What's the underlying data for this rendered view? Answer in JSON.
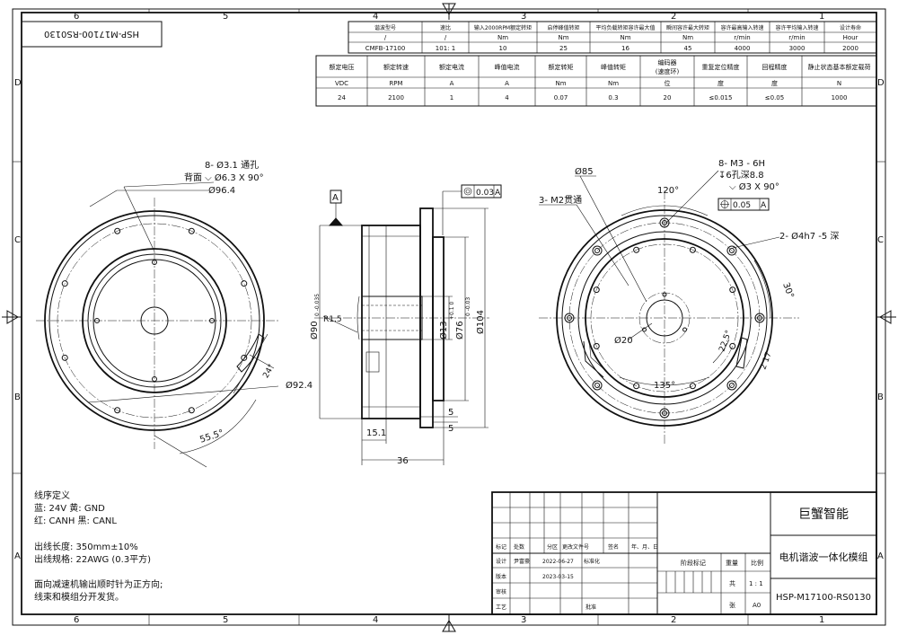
{
  "title_block": {
    "company": "巨蟹智能",
    "product_name": "电机谐波一体化模组",
    "drawing_no": "HSP-M17100-RS0130",
    "rotated_code": "HSP-M17100-RS0130",
    "rows": {
      "r1": [
        "标记",
        "处数",
        "分区",
        "更改文件号",
        "签名",
        "年、月、日"
      ],
      "design": [
        "设计",
        "尹富豪",
        "2022-06-27",
        "标准化"
      ],
      "draft": [
        "版本",
        "2023-03-15"
      ],
      "review": "审核",
      "process": "工艺",
      "approve": "批准",
      "stage_label": "阶段标记",
      "weight_label": "重量",
      "scale_label": "比例",
      "scale_value": "1 : 1",
      "sheet_a": "共",
      "sheet_b": "张",
      "version": "A0"
    }
  },
  "spec_table_1": {
    "headers": [
      "谐波型号",
      "速比",
      "输入2000RPM额定转矩",
      "启停峰值转矩",
      "平均负载转矩容许最大值",
      "瞬间容许最大转矩",
      "容许最高输入转速",
      "容许平均输入转速",
      "设计寿命"
    ],
    "units": [
      "/",
      "/",
      "Nm",
      "Nm",
      "Nm",
      "Nm",
      "r/min",
      "r/min",
      "Hour"
    ],
    "values": [
      "CMFB-17100",
      "101: 1",
      "10",
      "25",
      "16",
      "45",
      "4000",
      "3000",
      "2000"
    ]
  },
  "spec_table_2": {
    "headers": [
      "额定电压",
      "额定转速",
      "额定电流",
      "峰值电流",
      "额定转矩",
      "峰值转矩",
      "编码器\n(速度环)",
      "重复定位精度",
      "回程精度",
      "静止状态基本额定载荷"
    ],
    "header_encoder_1": "编码器",
    "header_encoder_2": "(速度环)",
    "units": [
      "VDC",
      "RPM",
      "A",
      "A",
      "Nm",
      "Nm",
      "位",
      "度",
      "度",
      "N"
    ],
    "values": [
      "24",
      "2100",
      "1",
      "4",
      "0.07",
      "0.3",
      "20",
      "≤0.015",
      "≤0.05",
      "1000"
    ]
  },
  "zone_labels": {
    "cols": [
      "6",
      "5",
      "4",
      "3",
      "2",
      "1"
    ],
    "rows": [
      "D",
      "C",
      "B",
      "A"
    ]
  },
  "left_view": {
    "holes_note_1": "8- Ø3.1 通孔",
    "holes_note_2": "背面 ⌵ Ø6.3 X 90°",
    "dia_964": "Ø96.4",
    "dia_924": "Ø92.4",
    "angle_24": "24°",
    "angle_555": "55.5°"
  },
  "side_view": {
    "datum": "A",
    "concentricity": "0.03",
    "datum_ref": "A",
    "r15": "R1.5",
    "dia90": "Ø90",
    "dia90_tol": "0 -0.035",
    "dia13": "Ø13",
    "dia13_tol": "+0.1 0",
    "dia76": "Ø76",
    "dia76_tol": "0 -0.03",
    "dia104": "Ø104",
    "dim_151": "15.1",
    "dim_36": "36",
    "dim_5a": "5",
    "dim_5b": "5"
  },
  "right_view": {
    "dia85": "Ø85",
    "m2_note": "3- M2贯通",
    "m3_note_1": "8- M3 - 6H",
    "m3_note_2": "↧6孔深8.8",
    "m3_note_3": "⌵ Ø3 X 90°",
    "position_tol": "0.05",
    "position_ref": "A",
    "angle_120": "120°",
    "pin_note": "2- Ø4h7 -5 深",
    "angle_30": "30°",
    "dia20": "Ø20",
    "angle_225": "22.5°",
    "dim_217": "2 17",
    "angle_135": "135°"
  },
  "notes": {
    "wire_title": "线序定义",
    "wire_1": "蓝: 24V    黄: GND",
    "wire_2": "红: CANH    黑: CANL",
    "len": "出线长度: 350mm±10%",
    "spec": "出线规格: 22AWG (0.3平方)",
    "dir_1": "面向减速机输出顺时针为正方向;",
    "dir_2": "线束和模组分开发货。"
  }
}
